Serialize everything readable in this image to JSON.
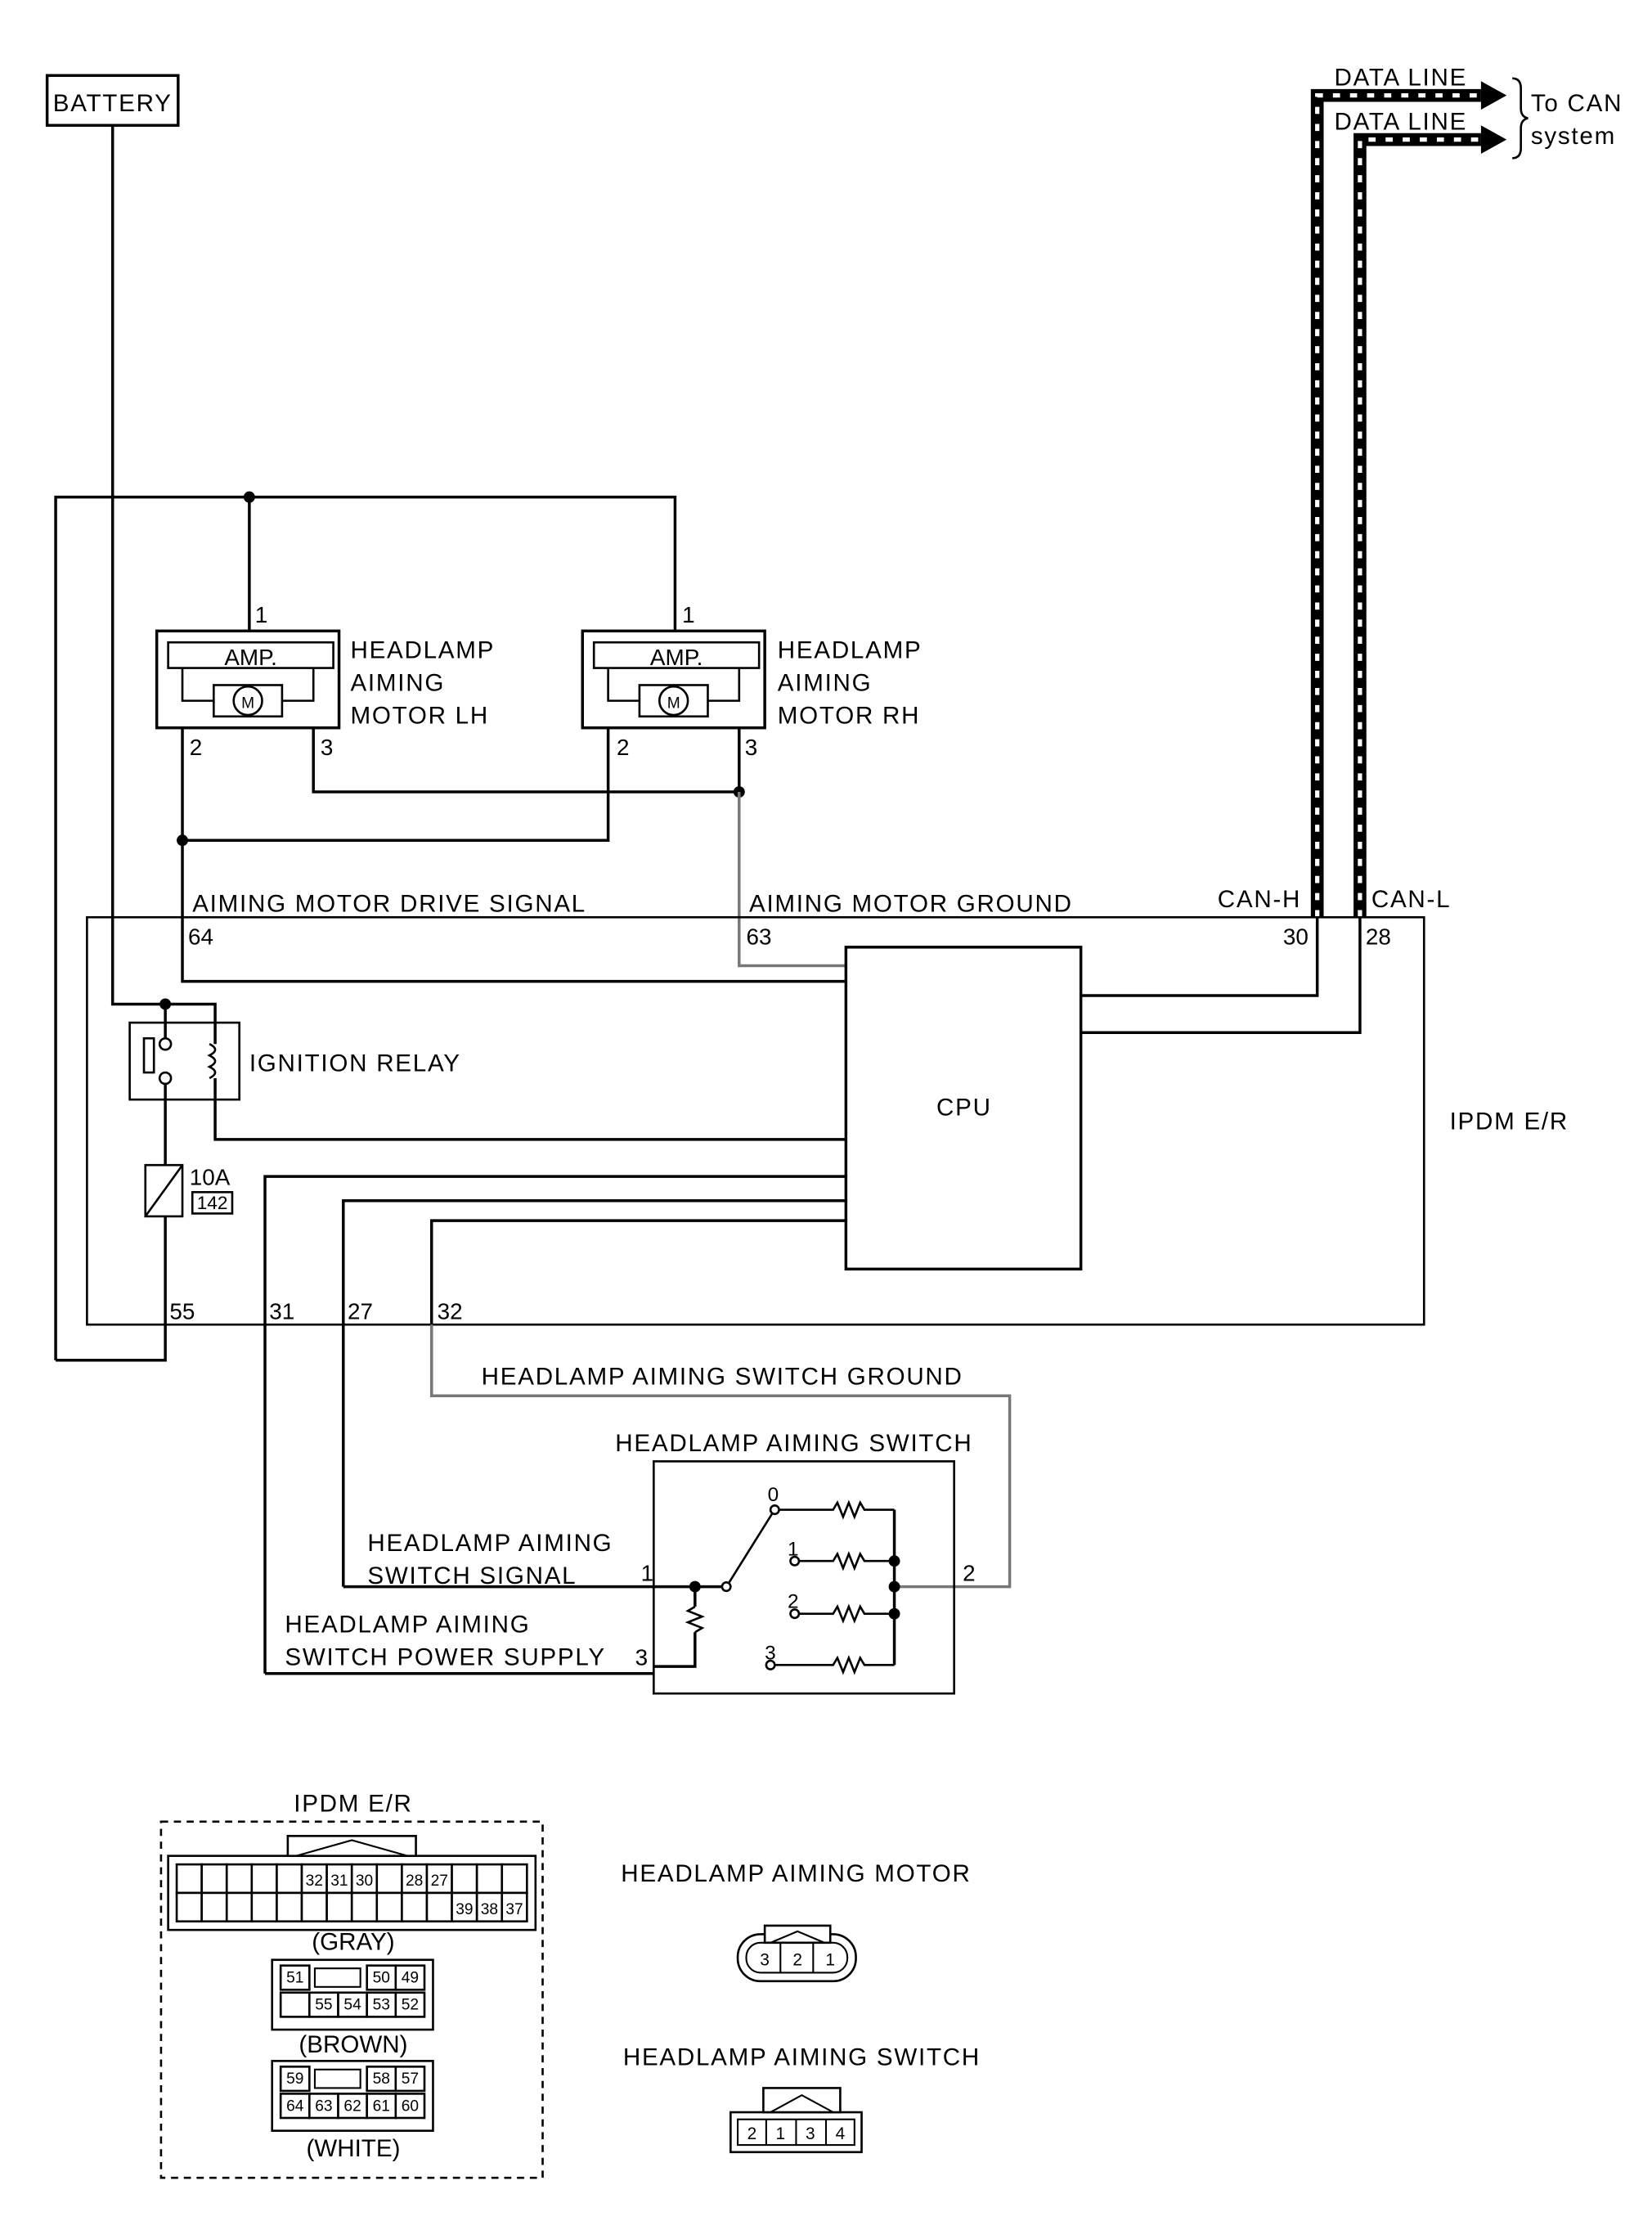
{
  "battery": {
    "label": "BATTERY"
  },
  "can": {
    "data_line_1": "DATA LINE",
    "data_line_2": "DATA LINE",
    "to_can_line1": "To CAN",
    "to_can_line2": "system",
    "can_h": "CAN-H",
    "can_l": "CAN-L"
  },
  "motor_lh": {
    "amp": "AMP.",
    "motor_symbol": "M",
    "name_lines": [
      "HEADLAMP",
      "AIMING",
      "MOTOR LH"
    ],
    "pins": [
      "1",
      "2",
      "3"
    ]
  },
  "motor_rh": {
    "amp": "AMP.",
    "motor_symbol": "M",
    "name_lines": [
      "HEADLAMP",
      "AIMING",
      "MOTOR RH"
    ],
    "pins": [
      "1",
      "2",
      "3"
    ]
  },
  "signals": {
    "drive": "AIMING MOTOR DRIVE SIGNAL",
    "ground": "AIMING MOTOR GROUND",
    "switch_ground": "HEADLAMP AIMING SWITCH GROUND",
    "switch_signal": [
      "HEADLAMP AIMING",
      "SWITCH SIGNAL"
    ],
    "switch_power": [
      "HEADLAMP AIMING",
      "SWITCH POWER SUPPLY"
    ]
  },
  "ipdm": {
    "label": "IPDM E/R",
    "cpu": "CPU",
    "ignition_relay": "IGNITION RELAY",
    "fuse_rating": "10A",
    "fuse_number": "142",
    "pins": {
      "p64": "64",
      "p63": "63",
      "p30": "30",
      "p28": "28",
      "p55": "55",
      "p31": "31",
      "p27": "27",
      "p32": "32"
    }
  },
  "switch": {
    "title": "HEADLAMP AIMING SWITCH",
    "positions": [
      "0",
      "1",
      "2",
      "3"
    ],
    "pins": {
      "p1": "1",
      "p2": "2",
      "p3": "3"
    }
  },
  "connectors": {
    "ipdm_title": "IPDM E/R",
    "gray": {
      "label": "(GRAY)",
      "row1": [
        "32",
        "31",
        "30",
        "",
        "28",
        "27"
      ],
      "row2": [
        "39",
        "38",
        "37"
      ]
    },
    "brown": {
      "label": "(BROWN)",
      "row1": [
        "51",
        "50",
        "49"
      ],
      "row2": [
        "55",
        "54",
        "53",
        "52"
      ]
    },
    "white": {
      "label": "(WHITE)",
      "row1": [
        "59",
        "58",
        "57"
      ],
      "row2": [
        "64",
        "63",
        "62",
        "61",
        "60"
      ]
    },
    "motor": {
      "title": "HEADLAMP AIMING MOTOR",
      "pins": [
        "3",
        "2",
        "1"
      ]
    },
    "switch": {
      "title": "HEADLAMP AIMING SWITCH",
      "pins": [
        "2",
        "1",
        "3",
        "4"
      ]
    }
  }
}
